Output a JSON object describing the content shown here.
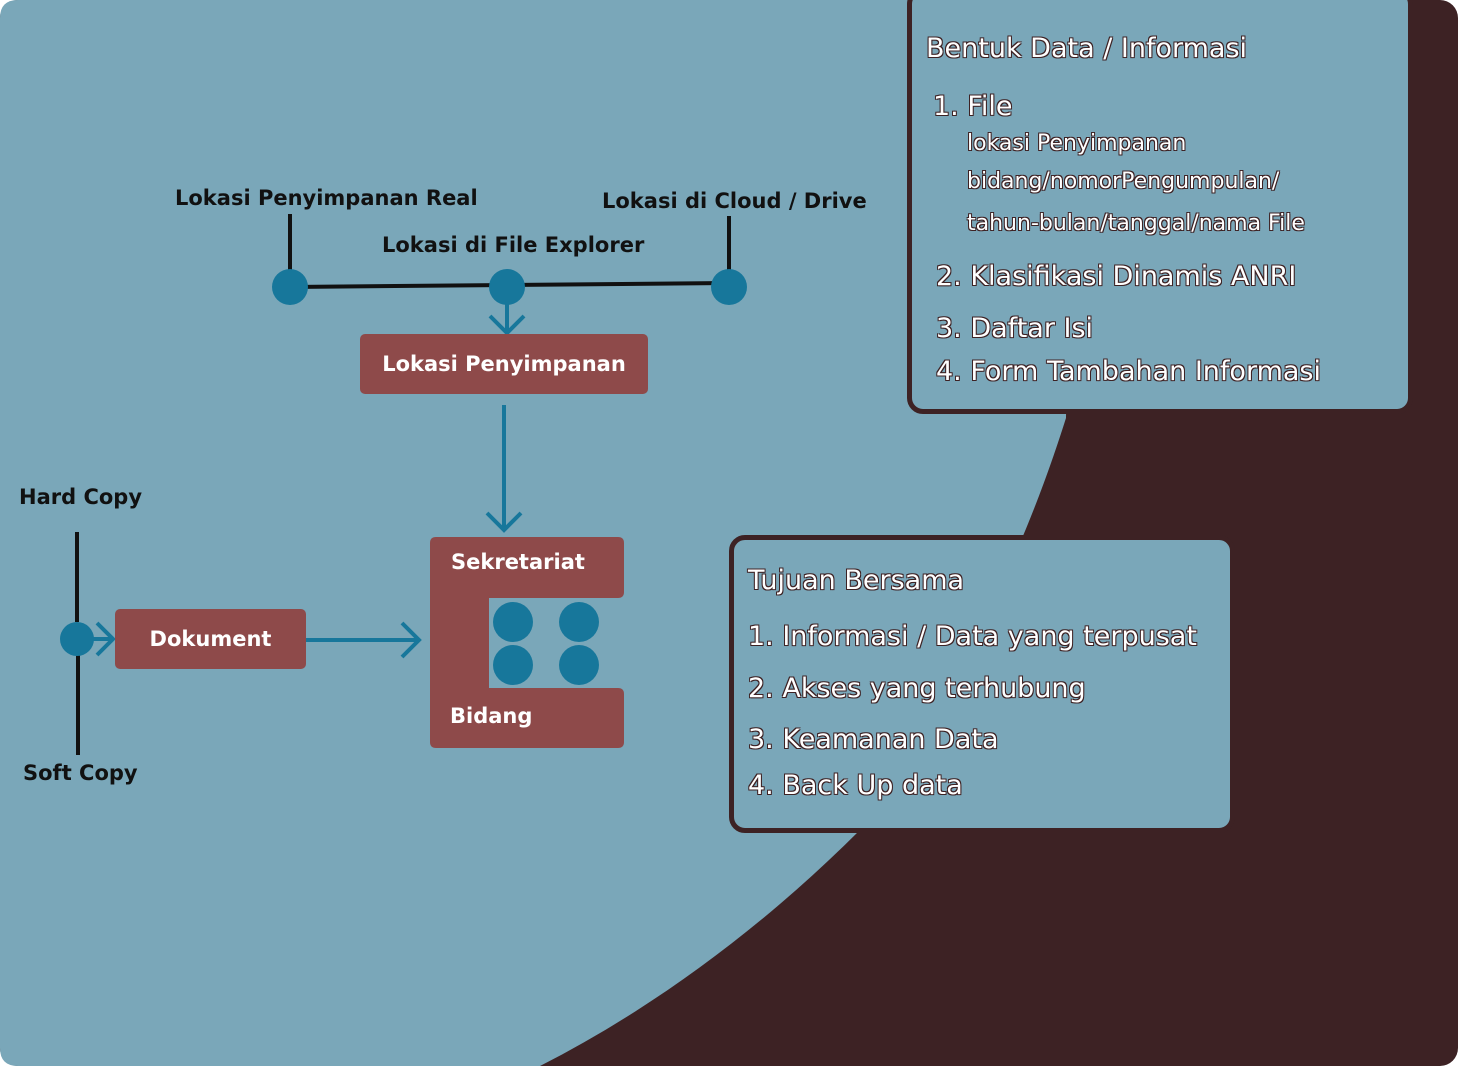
{
  "colors": {
    "background_dark": "#3d2224",
    "background_blue": "#7aa7b9",
    "box_red": "#8e4a4a",
    "node_blue": "#17779b",
    "line_black": "#111111"
  },
  "storage_labels": {
    "real": "Lokasi Penyimpanan Real",
    "file_explorer": "Lokasi di File Explorer",
    "cloud": "Lokasi di Cloud / Drive"
  },
  "lokasi_box": "Lokasi Penyimpanan",
  "copy_labels": {
    "hard": "Hard Copy",
    "soft": "Soft Copy"
  },
  "dokument_box": "Dokument",
  "org_block": {
    "top": "Sekretariat",
    "bottom": "Bidang"
  },
  "bentuk_panel": {
    "title": "Bentuk Data / Informasi",
    "item1": "1. File",
    "file_lines": [
      "lokasi Penyimpanan",
      "bidang/nomorPengumpulan/",
      "tahun-bulan/tanggal/nama File"
    ],
    "item2": "2. Klasifikasi Dinamis ANRI",
    "item3": "3. Daftar Isi",
    "item4": "4. Form Tambahan Informasi"
  },
  "tujuan_panel": {
    "title": "Tujuan Bersama",
    "items": [
      "1. Informasi / Data yang terpusat",
      "2. Akses yang terhubung",
      "3. Keamanan Data",
      "4. Back Up data"
    ]
  }
}
